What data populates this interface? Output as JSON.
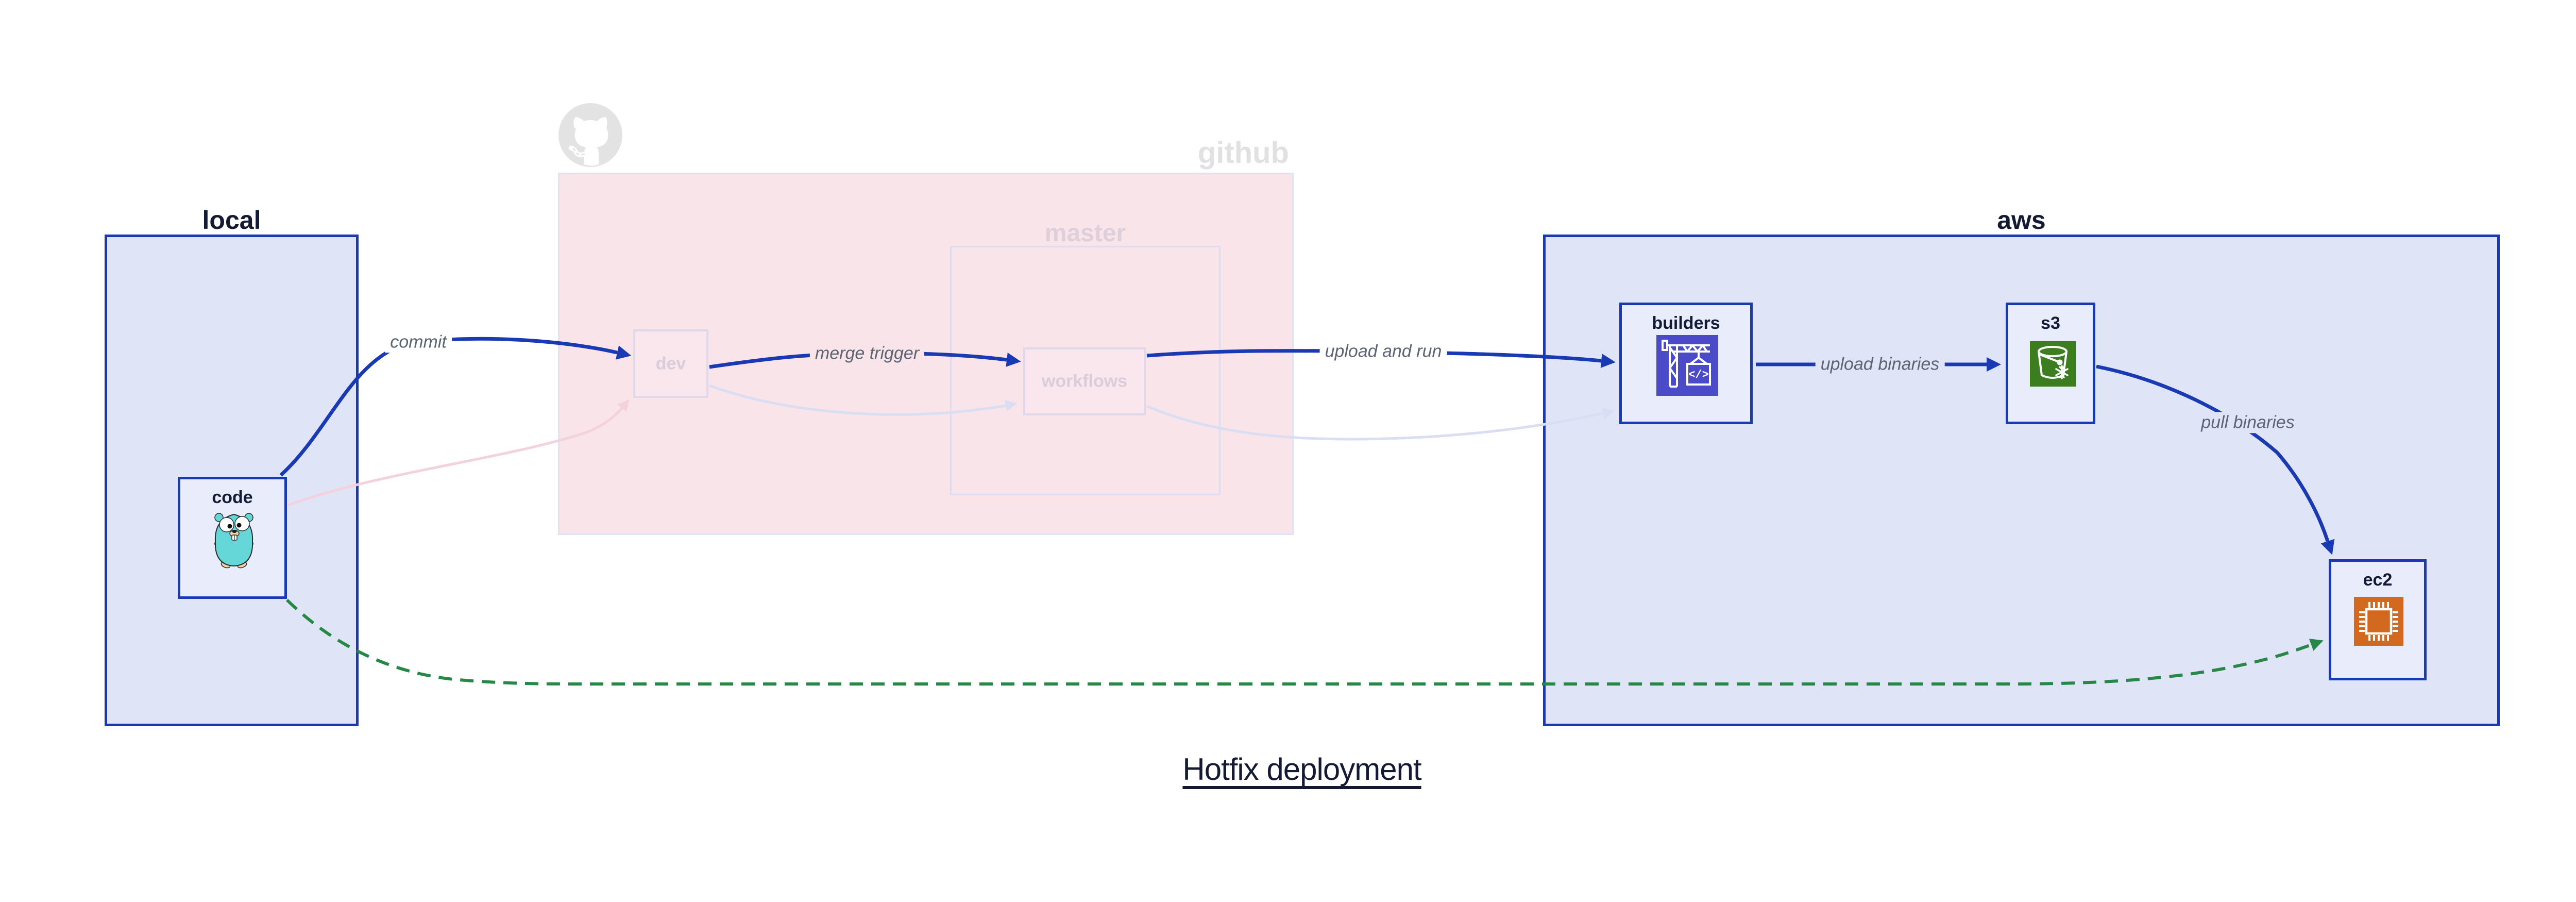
{
  "title": "Hotfix deployment",
  "groups": {
    "local": {
      "label": "local"
    },
    "github": {
      "label": "github",
      "master_label": "master"
    },
    "aws": {
      "label": "aws"
    }
  },
  "nodes": {
    "code": {
      "label": "code",
      "icon": "gopher-icon"
    },
    "dev": {
      "label": "dev"
    },
    "workflows": {
      "label": "workflows"
    },
    "builders": {
      "label": "builders",
      "icon": "codebuild-crane-icon"
    },
    "s3": {
      "label": "s3",
      "icon": "s3-bucket-icon"
    },
    "ec2": {
      "label": "ec2",
      "icon": "ec2-chip-icon"
    }
  },
  "edges": {
    "commit": {
      "label": "commit",
      "style": "blue-solid"
    },
    "merge_trigger": {
      "label": "merge trigger",
      "style": "blue-solid"
    },
    "upload_and_run": {
      "label": "upload and run",
      "style": "blue-solid"
    },
    "upload_binaries": {
      "label": "upload binaries",
      "style": "blue-solid"
    },
    "pull_binaries": {
      "label": "pull binaries",
      "style": "blue-solid"
    },
    "hotfix_path": {
      "label": "",
      "style": "green-dashed"
    },
    "faded_commit": {
      "label": "",
      "style": "faded-pink"
    },
    "faded_merge": {
      "label": "",
      "style": "faded-lavender"
    },
    "faded_run": {
      "label": "",
      "style": "faded-lavender"
    }
  },
  "colors": {
    "accent_blue": "#1a3ab4",
    "group_fill_blue": "#dfe4f7",
    "node_fill_blue": "#e9edfb",
    "github_pink": "#f9e4e9",
    "green_dashed": "#278747",
    "faded_pink_edge": "#f3d2dd",
    "faded_lavender_edge": "#d9def2",
    "dark_navy_text": "#131b35",
    "edge_label_gray": "#5c6472",
    "faded_gray_logo": "#e3e3e3",
    "codebuild_indigo": "#4b4ac8",
    "s3_green": "#3c7d1f",
    "ec2_orange": "#d2691f",
    "gopher_teal": "#66d7d9"
  }
}
